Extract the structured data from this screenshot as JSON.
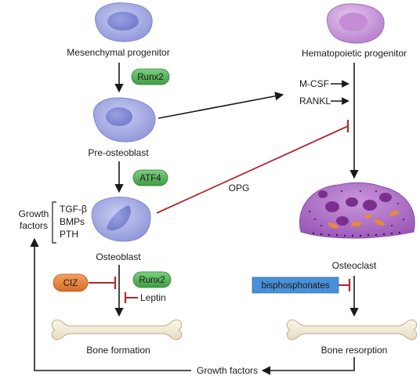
{
  "cells": {
    "mesenchymal": "Mesenchymal progenitor",
    "preosteoblast": "Pre-osteoblast",
    "osteoblast": "Osteoblast",
    "hematopoietic": "Hematopoietic progenitor",
    "osteoclast": "Osteoclast"
  },
  "factors": {
    "runx2_top": "Runx2",
    "atf4": "ATF4",
    "runx2_bottom": "Runx2",
    "ciz": "CIZ",
    "leptin": "Leptin",
    "bisphosphonates": "bisphosphonates",
    "mcsf": "M-CSF",
    "rankl": "RANKL",
    "opg": "OPG"
  },
  "growth_factors_side": {
    "line1": "Growth",
    "line2": "factors",
    "items": [
      "TGF-β",
      "BMPs",
      "PTH"
    ]
  },
  "outcomes": {
    "bone_formation": "Bone formation",
    "bone_resorption": "Bone resorption",
    "growth_factors_bottom": "Growth factors"
  },
  "colors": {
    "cell_blue": "#9fa6e0",
    "cell_nucleus": "#7d85cf",
    "pill_green": "#4caf50",
    "pill_orange": "#e8803a",
    "bisphosphonate_blue": "#4a90d9",
    "osteoclast_purple": "#b071c8",
    "inhibit_red": "#b0272e"
  }
}
